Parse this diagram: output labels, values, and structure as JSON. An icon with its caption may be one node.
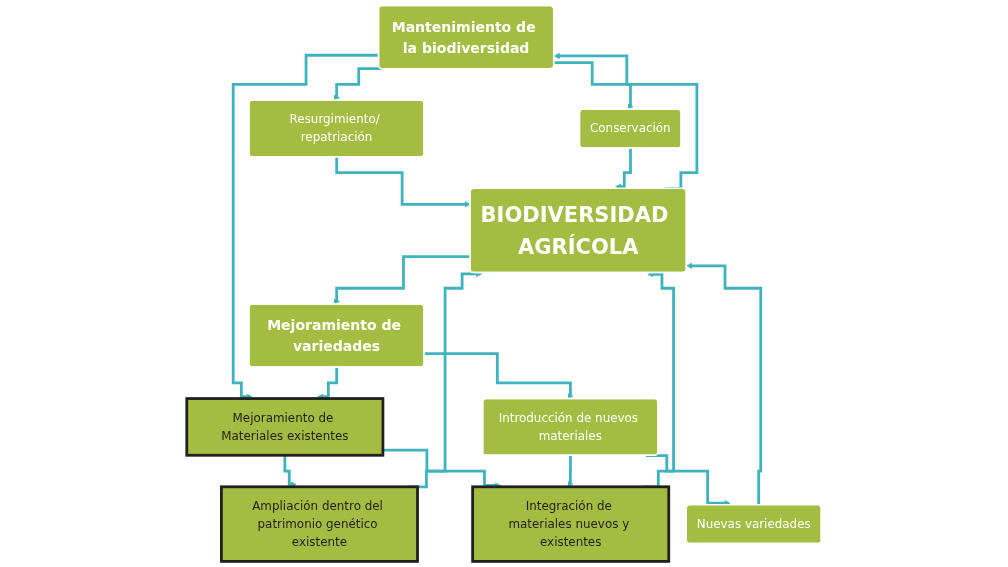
{
  "diagram": {
    "nodes": [
      {
        "text": [
          "Mantenimiento de la biodiversidad"
        ]
      },
      {
        "text": [
          "Mejoramiento de variedades"
        ]
      },
      {
        "text": [
          "Mejoramiento de Materiales existentes"
        ]
      },
      {
        "text": [
          "Introducción de nuevos materiales"
        ]
      },
      {
        "text": [
          "Resurgimiento/ repatriación"
        ]
      },
      {
        "text": [
          "Conservación"
        ]
      },
      {
        "text": [
          "Ampliación dentro del patrimonio genético existente"
        ]
      },
      {
        "text": [
          "Integración de materiales nuevos y existentes"
        ]
      },
      {
        "text": [
          "Nuevas variedades"
        ]
      },
      {
        "text": [
          "BIODIVERSIDAD AGRÍCOLA"
        ]
      }
    ],
    "edges": [
      {
        "from": 0,
        "to": 4,
        "arrow": "to"
      },
      {
        "from": 0,
        "to": 5,
        "arrow": "to"
      },
      {
        "from": 0,
        "to": 2,
        "arrow": "to"
      },
      {
        "from": 1,
        "to": 2,
        "arrow": "to"
      },
      {
        "from": 1,
        "to": 3,
        "arrow": "to"
      },
      {
        "from": 2,
        "to": 6,
        "arrow": "to"
      },
      {
        "from": 2,
        "to": 7,
        "arrow": "to"
      },
      {
        "from": 3,
        "to": 7,
        "arrow": "to"
      },
      {
        "from": 3,
        "to": 8,
        "arrow": "to"
      },
      {
        "from": 4,
        "to": 9,
        "arrow": "to"
      },
      {
        "from": 5,
        "to": 9,
        "arrow": "to"
      },
      {
        "from": 6,
        "to": 9,
        "arrow": "to"
      },
      {
        "from": 7,
        "to": 9,
        "arrow": "to"
      },
      {
        "from": 8,
        "to": 9,
        "arrow": "to"
      },
      {
        "from": 9,
        "to": 0,
        "arrow": "to"
      },
      {
        "from": 9,
        "to": 1,
        "arrow": "to"
      }
    ]
  }
}
